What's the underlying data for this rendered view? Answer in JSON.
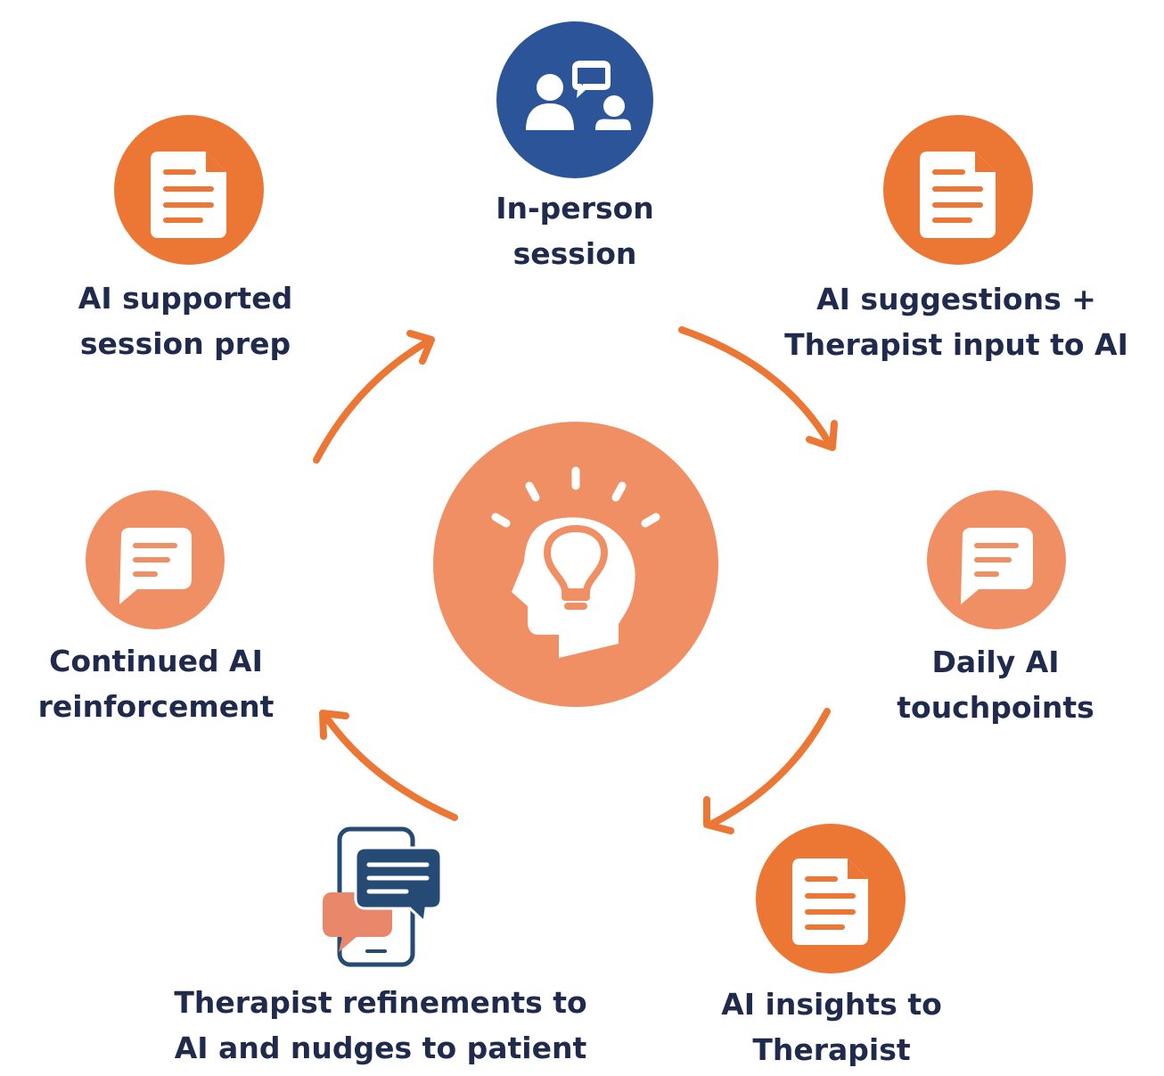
{
  "center": {
    "icon": "head-lightbulb-icon"
  },
  "nodes": [
    {
      "id": "in-person",
      "icon": "people-chat-icon",
      "lines": [
        "In-person",
        "session"
      ]
    },
    {
      "id": "ai-suggestions",
      "icon": "document-icon",
      "lines": [
        "AI suggestions +",
        "Therapist input to AI"
      ]
    },
    {
      "id": "daily-touchpoints",
      "icon": "chat-bubble-icon",
      "lines": [
        "Daily AI",
        "touchpoints"
      ]
    },
    {
      "id": "ai-insights",
      "icon": "document-icon",
      "lines": [
        "AI insights to",
        "Therapist"
      ]
    },
    {
      "id": "therapist-refinements",
      "icon": "phone-chat-icon",
      "lines": [
        "Therapist refinements to",
        "AI and nudges to patient"
      ]
    },
    {
      "id": "continued-reinforcement",
      "icon": "chat-bubble-icon",
      "lines": [
        "Continued AI",
        "reinforcement"
      ]
    },
    {
      "id": "session-prep",
      "icon": "document-icon",
      "lines": [
        "AI supported",
        "session prep"
      ]
    }
  ],
  "colors": {
    "orange": "#ec7634",
    "light_orange": "#f08f64",
    "navy": "#2b5598",
    "dark_blue": "#254a73",
    "text": "#1f2a4d",
    "salmon": "#e8876a",
    "white": "#ffffff"
  }
}
